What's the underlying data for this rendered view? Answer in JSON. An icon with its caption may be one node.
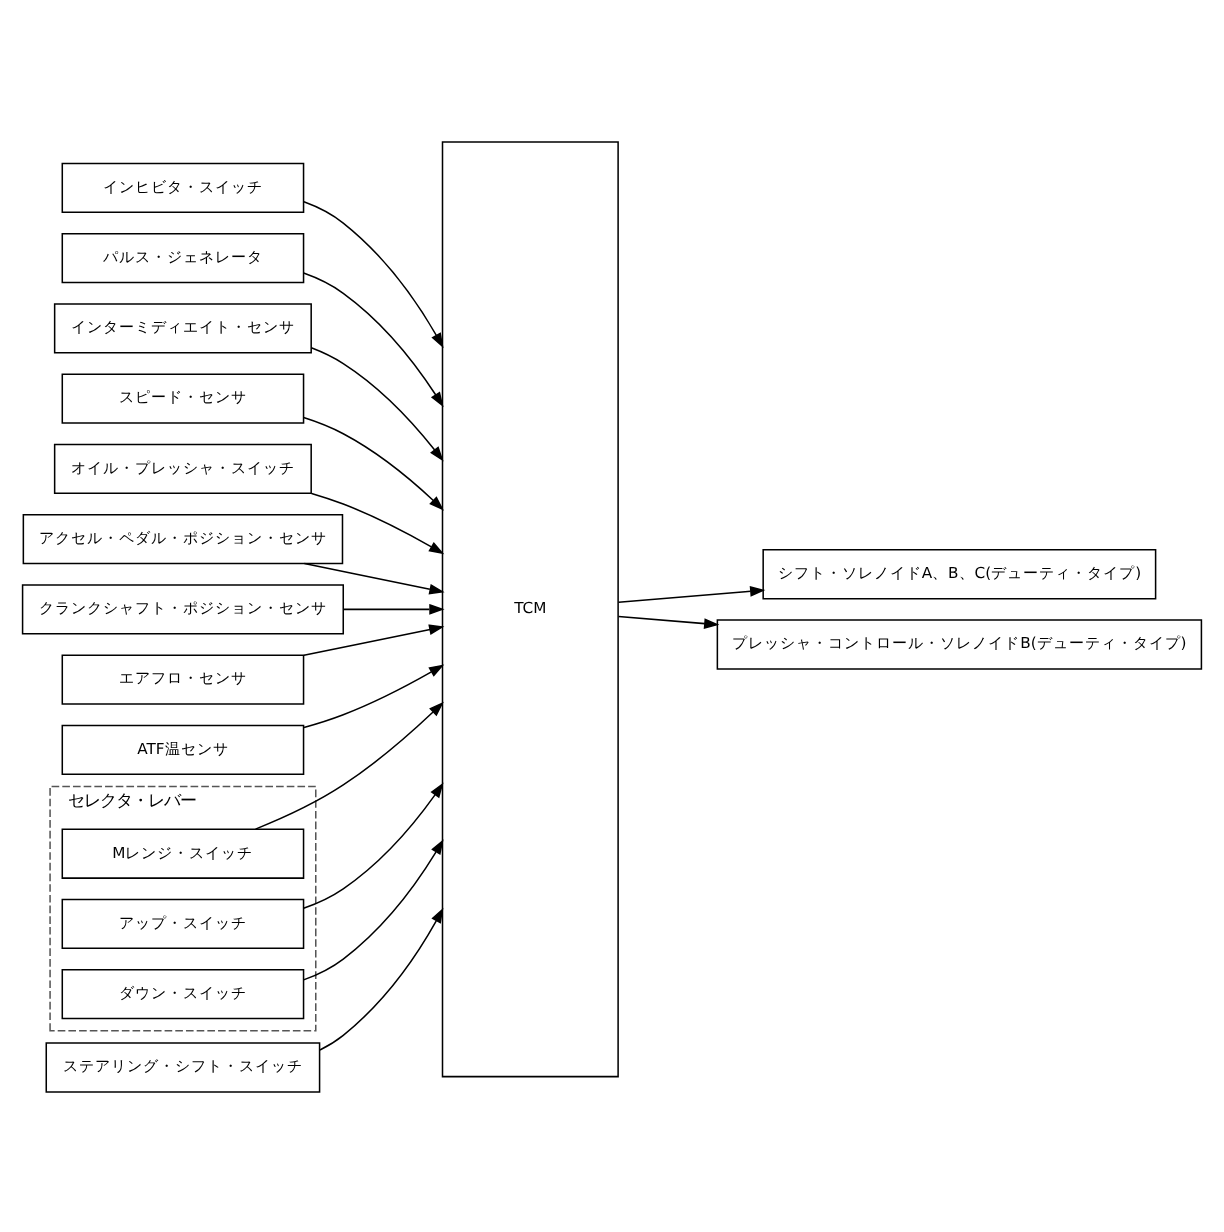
{
  "diagram": {
    "nodes": [
      {
        "text": [
          "インヒビタ・スイッチ"
        ]
      },
      {
        "text": [
          "パルス・ジェネレータ"
        ]
      },
      {
        "text": [
          "インターミディエイト・センサ"
        ]
      },
      {
        "text": [
          "スピード・センサ"
        ]
      },
      {
        "text": [
          "オイル・プレッシャ・スイッチ"
        ]
      },
      {
        "text": [
          "アクセル・ペダル・ポジション・センサ"
        ]
      },
      {
        "text": [
          "クランクシャフト・ポジション・センサ"
        ]
      },
      {
        "text": [
          "エアフロ・センサ"
        ]
      },
      {
        "text": [
          "ATF温センサ"
        ]
      },
      {
        "text": [
          "セレクタ・レバー"
        ]
      },
      {
        "text": [
          "Mレンジ・スイッチ"
        ],
        "in": 9
      },
      {
        "text": [
          "アップ・スイッチ"
        ],
        "in": 9
      },
      {
        "text": [
          "ダウン・スイッチ"
        ],
        "in": 9
      },
      {
        "text": [
          "ステアリング・シフト・スイッチ"
        ]
      },
      {
        "text": [
          "TCM"
        ]
      },
      {
        "text": [
          "シフト・ソレノイドA、B、C(デューティ・タイプ)"
        ]
      },
      {
        "text": [
          "プレッシャ・コントロール・ソレノイドB(デューティ・タイプ)"
        ]
      }
    ],
    "edges": [
      {
        "from": 0,
        "to": 14,
        "arrow": "to"
      },
      {
        "from": 1,
        "to": 14,
        "arrow": "to"
      },
      {
        "from": 2,
        "to": 14,
        "arrow": "to"
      },
      {
        "from": 3,
        "to": 14,
        "arrow": "to"
      },
      {
        "from": 4,
        "to": 14,
        "arrow": "to"
      },
      {
        "from": 5,
        "to": 14,
        "arrow": "to"
      },
      {
        "from": 6,
        "to": 14,
        "arrow": "to"
      },
      {
        "from": 7,
        "to": 14,
        "arrow": "to"
      },
      {
        "from": 8,
        "to": 14,
        "arrow": "to"
      },
      {
        "from": 10,
        "to": 14,
        "arrow": "to"
      },
      {
        "from": 11,
        "to": 14,
        "arrow": "to"
      },
      {
        "from": 12,
        "to": 14,
        "arrow": "to"
      },
      {
        "from": 13,
        "to": 14,
        "arrow": "to"
      },
      {
        "from": 14,
        "to": 15,
        "arrow": "to"
      },
      {
        "from": 14,
        "to": 16,
        "arrow": "to"
      }
    ]
  }
}
